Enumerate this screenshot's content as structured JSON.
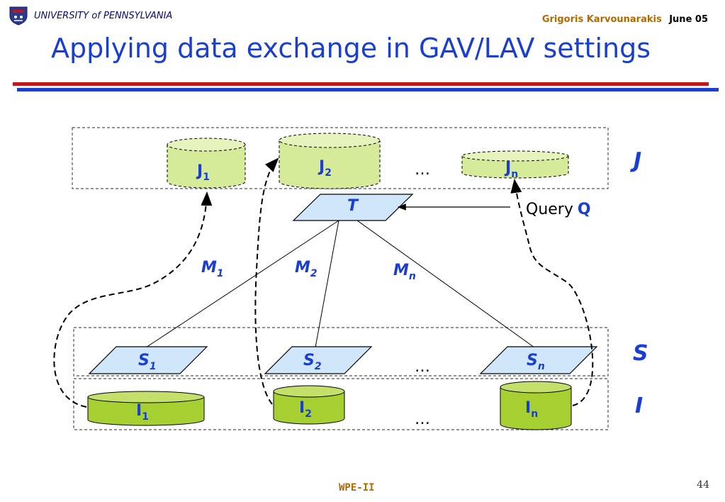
{
  "header": {
    "university": "UNIVERSITY of PENNSYLVANIA",
    "author": "Grigoris Karvounarakis",
    "date": "June 05"
  },
  "title": "Applying data exchange in GAV/LAV settings",
  "diagram": {
    "row_labels": {
      "J": "J",
      "S": "S",
      "I": "I"
    },
    "targets": [
      {
        "base": "J",
        "sub": "1"
      },
      {
        "base": "J",
        "sub": "2"
      },
      {
        "base": "J",
        "sub": "n"
      }
    ],
    "sources": [
      {
        "base": "S",
        "sub": "1"
      },
      {
        "base": "S",
        "sub": "2"
      },
      {
        "base": "S",
        "sub": "n"
      }
    ],
    "instances": [
      {
        "base": "I",
        "sub": "1"
      },
      {
        "base": "I",
        "sub": "2"
      },
      {
        "base": "I",
        "sub": "n"
      }
    ],
    "mappings": [
      {
        "base": "M",
        "sub": "1"
      },
      {
        "base": "M",
        "sub": "2"
      },
      {
        "base": "M",
        "sub": "n"
      }
    ],
    "target_schema": "T",
    "query_text": "Query",
    "query_var": "Q",
    "ellipsis": "…",
    "colors": {
      "cylinder_light": "#d6eb9a",
      "cylinder_dark": "#a6d032",
      "parallelogram": "#cfe6fb",
      "label_blue": "#1a3fd0"
    }
  },
  "footer": {
    "label": "WPE-II",
    "page": "44"
  }
}
